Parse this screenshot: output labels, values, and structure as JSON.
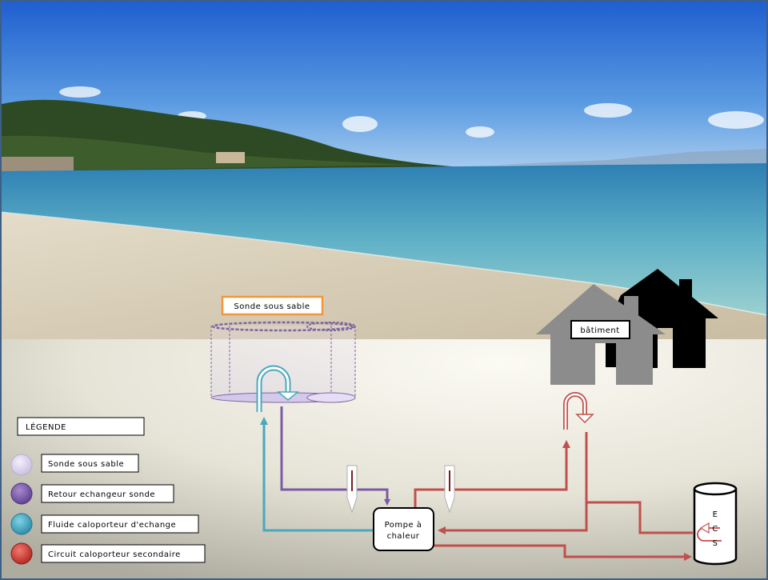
{
  "scene": {
    "probe_label": "Sonde sous sable",
    "building_label": "bâtiment",
    "pump_label_line1": "Pompe à",
    "pump_label_line2": "chaleur",
    "tank_letters": [
      "E",
      "C",
      "S"
    ]
  },
  "legend": {
    "title": "LÉGENDE",
    "items": [
      {
        "label": "Sonde sous sable",
        "color": "#d9d0ea"
      },
      {
        "label": "Retour echangeur sonde",
        "color": "#7b5ba6"
      },
      {
        "label": "Fluide caloporteur d'echange",
        "color": "#3aa6bf"
      },
      {
        "label": "Circuit caloporteur secondaire",
        "color": "#c9413a"
      }
    ]
  },
  "colors": {
    "purple": "#7b5ba6",
    "teal": "#4aa8bd",
    "red": "#c0504d",
    "sky_top": "#2f6fd0",
    "ground": "#e9e7de"
  }
}
